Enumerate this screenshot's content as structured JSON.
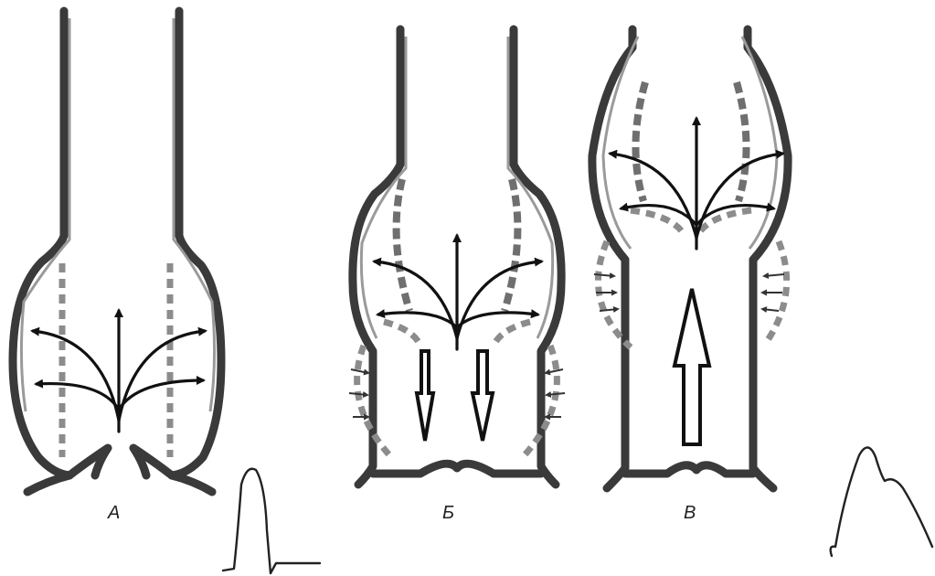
{
  "panels": [
    {
      "id": "a",
      "label": "А"
    },
    {
      "id": "b",
      "label": "Б"
    },
    {
      "id": "c",
      "label": "В"
    }
  ]
}
